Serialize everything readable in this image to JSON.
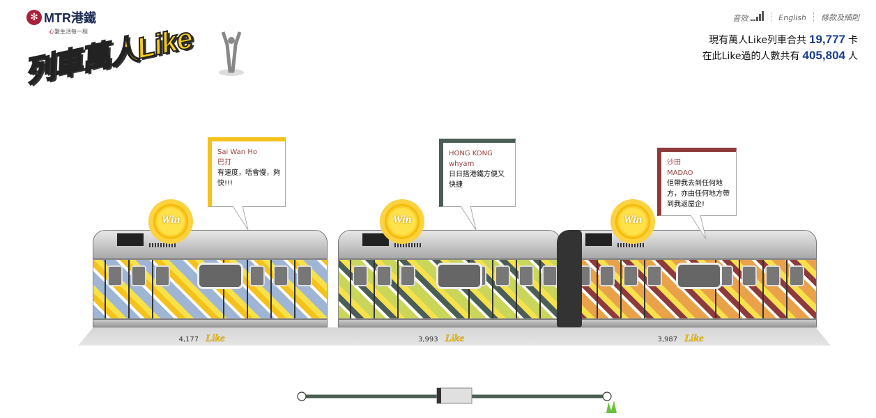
{
  "brand": {
    "name": "MTR港鐵",
    "slogan_accent": "心",
    "slogan_rest": "繫生活每一程",
    "title": "列車萬人Like"
  },
  "nav": {
    "sound": "音效",
    "english": "English",
    "terms": "條款及細則"
  },
  "stats": {
    "line1_prefix": "現有萬人Like列車合共",
    "cars": "19,777",
    "line1_suffix": "卡",
    "line2_prefix": "在此Like過的人數共有",
    "people": "405,804",
    "line2_suffix": "人"
  },
  "cars": [
    {
      "likes": "4,177",
      "like_label": "Like",
      "badge": "Win",
      "bubble": {
        "station": "Sai Wan Ho",
        "user": "巴打",
        "message": "有速度，唔會慢，夠快!!!"
      },
      "accent": "#f5c21b",
      "wrap": "#9fb5d6"
    },
    {
      "likes": "3,993",
      "like_label": "Like",
      "badge": "Win",
      "bubble": {
        "station": "HONG KONG",
        "user": "whyam",
        "message": "日日搭港鐵方便又快捷"
      },
      "accent": "#4b5e55",
      "wrap": "#c9d65a"
    },
    {
      "likes": "3,987",
      "like_label": "Like",
      "badge": "Win",
      "bubble": {
        "station": "沙田",
        "user": "MADAO",
        "message": "佢帶我去到任何地方，亦由任何地方帶到我返屋企!"
      },
      "accent": "#8e3a3a",
      "wrap": "#e9a24a"
    }
  ]
}
